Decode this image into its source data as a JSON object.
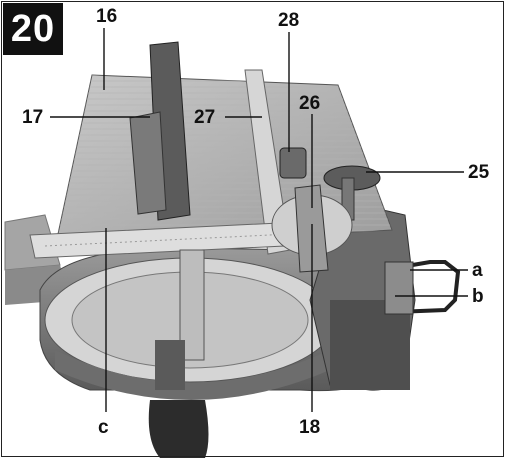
{
  "figure": {
    "number": "20"
  },
  "callouts": [
    {
      "id": "16",
      "text": "16"
    },
    {
      "id": "17",
      "text": "17"
    },
    {
      "id": "27",
      "text": "27"
    },
    {
      "id": "28",
      "text": "28"
    },
    {
      "id": "26",
      "text": "26"
    },
    {
      "id": "25",
      "text": "25"
    },
    {
      "id": "a",
      "text": "a"
    },
    {
      "id": "b",
      "text": "b"
    },
    {
      "id": "c",
      "text": "c"
    },
    {
      "id": "18",
      "text": "18"
    }
  ]
}
